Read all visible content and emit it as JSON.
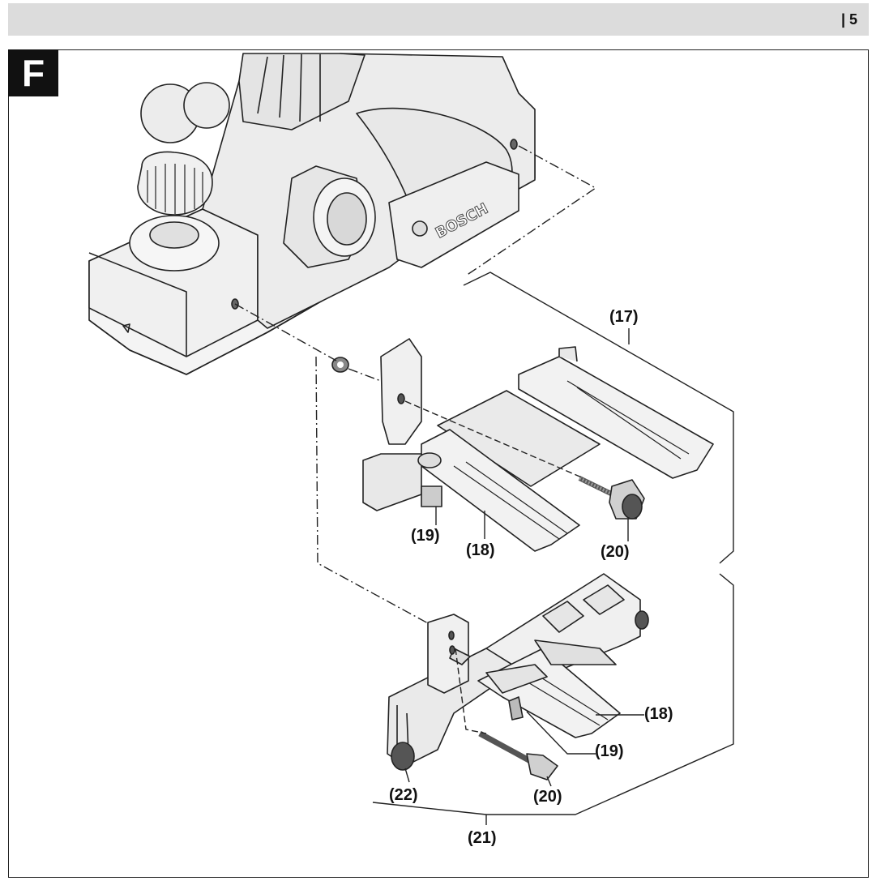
{
  "header": {
    "page_number": "| 5"
  },
  "figure": {
    "label": "F"
  },
  "brand": {
    "logo_text": "BOSCH"
  },
  "callouts": {
    "c17": "(17)",
    "c18_top": "(18)",
    "c19_top": "(19)",
    "c20_top": "(20)",
    "c18_bottom": "(18)",
    "c19_bottom": "(19)",
    "c20_bottom": "(20)",
    "c22": "(22)",
    "c21": "(21)"
  }
}
